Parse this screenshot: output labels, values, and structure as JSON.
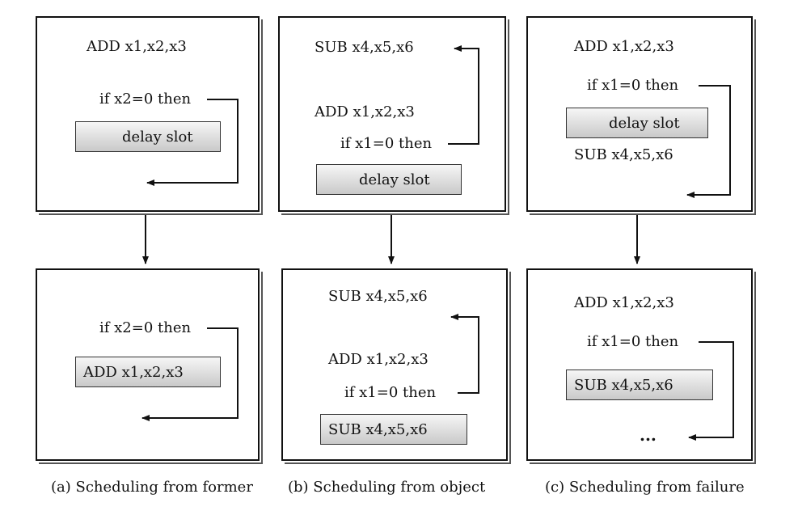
{
  "panels": {
    "a": {
      "caption": "(a) Scheduling from former",
      "top": {
        "add": "ADD x1,x2,x3",
        "cond": "if x2=0 then",
        "slot": "delay slot"
      },
      "bottom": {
        "cond": "if x2=0 then",
        "slot": "ADD x1,x2,x3"
      }
    },
    "b": {
      "caption": "(b) Scheduling from object",
      "top": {
        "sub": "SUB x4,x5,x6",
        "add": "ADD x1,x2,x3",
        "cond": "if x1=0 then",
        "slot": "delay slot"
      },
      "bottom": {
        "sub": "SUB x4,x5,x6",
        "add": "ADD x1,x2,x3",
        "cond": "if x1=0 then",
        "slot": "SUB x4,x5,x6"
      }
    },
    "c": {
      "caption": "(c) Scheduling from failure",
      "top": {
        "add": "ADD x1,x2,x3",
        "cond": "if x1=0 then",
        "slot": "delay slot",
        "sub": "SUB x4,x5,x6"
      },
      "bottom": {
        "add": "ADD x1,x2,x3",
        "cond": "if x1=0 then",
        "slot": "SUB x4,x5,x6",
        "ellipsis": "..."
      }
    }
  }
}
